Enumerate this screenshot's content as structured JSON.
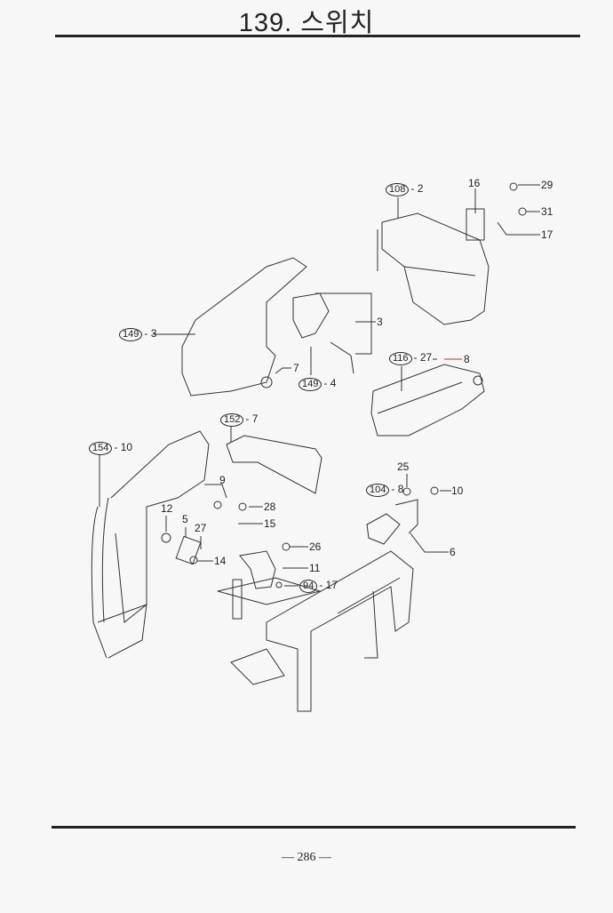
{
  "header": {
    "title": "139. 스위치"
  },
  "callouts": {
    "c108": {
      "ref": "108",
      "num": "- 2"
    },
    "c16": "16",
    "c29": "29",
    "c31": "31",
    "c17": "17",
    "c3a": "3",
    "c149a": {
      "ref": "149",
      "num": "- 3"
    },
    "c7": "7",
    "c149b": {
      "ref": "149",
      "num": "- 4"
    },
    "c116": {
      "ref": "116",
      "num": "- 27"
    },
    "c8": "8",
    "c152": {
      "ref": "152",
      "num": "- 7"
    },
    "c154": {
      "ref": "154",
      "num": "- 10"
    },
    "c9": "9",
    "c25": "25",
    "c104": {
      "ref": "104",
      "num": "- 8"
    },
    "c10": "10",
    "c28": "28",
    "c12": "12",
    "c5": "5",
    "c27": "27",
    "c15": "15",
    "c26": "26",
    "c14": "14",
    "c11": "11",
    "c6": "6",
    "c94": {
      "ref": "94",
      "num": "- 17"
    }
  },
  "footer": {
    "page": "— 286 —"
  }
}
